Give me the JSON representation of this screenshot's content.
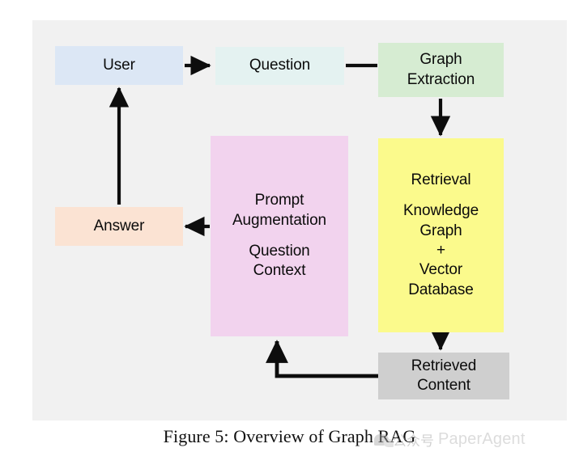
{
  "figure": {
    "caption": "Figure 5: Overview of Graph RAG",
    "background": "#f1f1f1",
    "page_background": "#ffffff"
  },
  "watermark": {
    "chinese_label": "公众号",
    "label": "PaperAgent",
    "icon": "chat-bubble-icon",
    "color": "#b3b3b3"
  },
  "nodes": {
    "user": {
      "label": "User",
      "color": "#dce7f5"
    },
    "question": {
      "label": "Question",
      "color": "#e4f2f1"
    },
    "graph_extraction": {
      "line1": "Graph",
      "line2": "Extraction",
      "color": "#d6ecd2"
    },
    "retrieval": {
      "line1": "Retrieval",
      "line2": "Knowledge",
      "line3": "Graph",
      "line4": "+",
      "line5": "Vector",
      "line6": "Database",
      "color": "#fbfa8c"
    },
    "prompt_augmentation": {
      "line1": "Prompt",
      "line2": "Augmentation",
      "line3": "Question",
      "line4": "Context",
      "color": "#f2d3ee"
    },
    "answer": {
      "label": "Answer",
      "color": "#fbe3d3"
    },
    "retrieved_content": {
      "line1": "Retrieved",
      "line2": "Content",
      "color": "#cfcfcf"
    }
  },
  "edges": [
    {
      "name": "user-to-question",
      "from": "user",
      "to": "question",
      "arrow": true
    },
    {
      "name": "question-to-graph-extraction",
      "from": "question",
      "to": "graph_extraction",
      "arrow": false
    },
    {
      "name": "graph-extraction-to-retrieval",
      "from": "graph_extraction",
      "to": "retrieval",
      "arrow": true
    },
    {
      "name": "retrieval-to-retrieved-content",
      "from": "retrieval",
      "to": "retrieved_content",
      "arrow": true
    },
    {
      "name": "retrieved-content-to-prompt-augmentation",
      "from": "retrieved_content",
      "to": "prompt_augmentation",
      "arrow": true
    },
    {
      "name": "prompt-augmentation-to-answer",
      "from": "prompt_augmentation",
      "to": "answer",
      "arrow": true
    },
    {
      "name": "answer-to-user",
      "from": "answer",
      "to": "user",
      "arrow": true
    }
  ],
  "edge_color": "#0d0d0d"
}
